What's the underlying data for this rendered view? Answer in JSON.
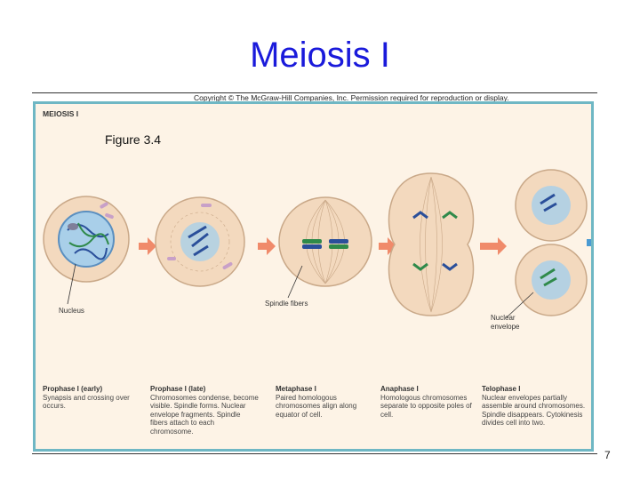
{
  "slide": {
    "title": "Meiosis I",
    "page_number": "7"
  },
  "figure": {
    "copyright": "Copyright © The McGraw-Hill Companies, Inc. Permission required for reproduction or display.",
    "panel_label": "MEIOSIS I",
    "caption": "Figure 3.4",
    "labels": {
      "nucleus": "Nucleus",
      "spindle_fibers": "Spindle fibers",
      "nuclear_envelope_1": "Nuclear",
      "nuclear_envelope_2": "envelope"
    },
    "phases": [
      {
        "name": "Prophase I (early)",
        "description": "Synapsis and crossing over occurs."
      },
      {
        "name": "Prophase I (late)",
        "description": "Chromosomes condense, become visible. Spindle forms. Nuclear envelope fragments. Spindle fibers attach to each chromosome."
      },
      {
        "name": "Metaphase I",
        "description": "Paired homologous chromosomes align along equator of cell."
      },
      {
        "name": "Anaphase I",
        "description": "Homologous chromosomes separate to opposite poles of cell."
      },
      {
        "name": "Telophase I",
        "description": "Nuclear envelopes partially assemble around chromosomes. Spindle disappears. Cytokinesis divides cell into two."
      }
    ]
  },
  "colors": {
    "title": "#1a1adb",
    "frame": "#6fb7c4",
    "cell": "#f3d9be",
    "nucleus": "#a9cfe9",
    "arrow": "#f08a6a"
  }
}
